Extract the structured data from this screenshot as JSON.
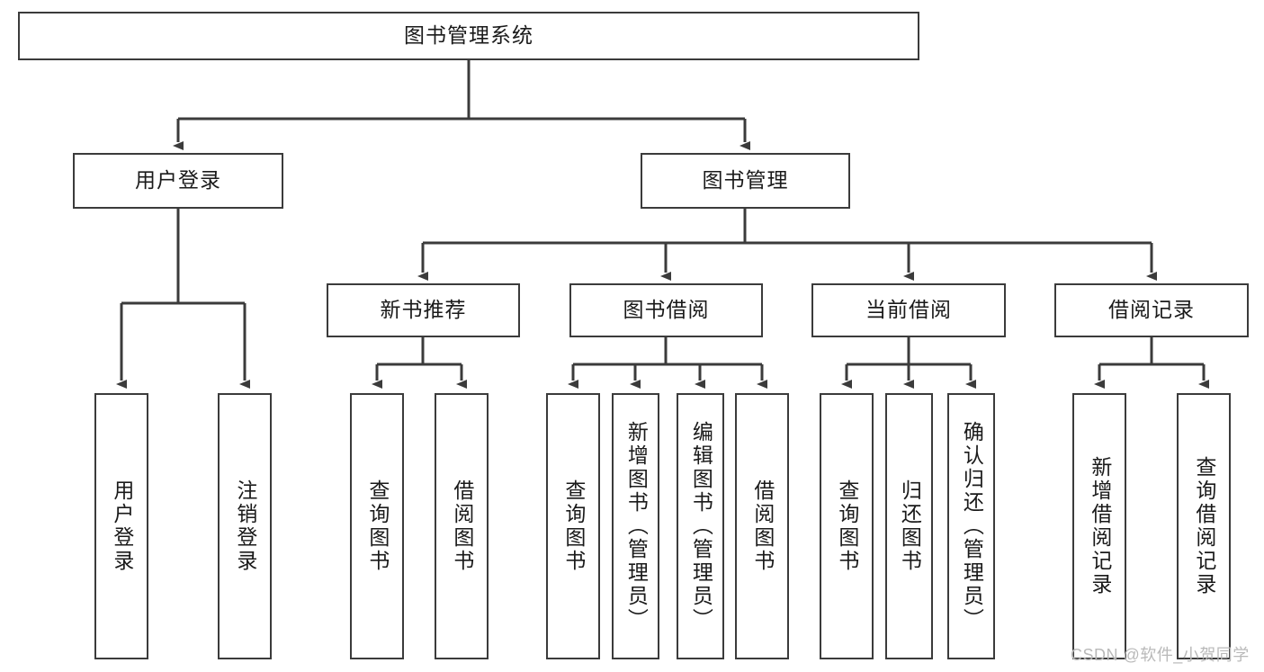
{
  "diagram": {
    "title": "图书管理系统",
    "type": "tree-hierarchy-flowchart",
    "colors": {
      "box_border": "#3b3b3b",
      "box_fill": "#ffffff",
      "line": "#3b3b3b",
      "text": "#1a1a1a",
      "watermark": "#b9b9b9",
      "background": "#ffffff"
    },
    "root": {
      "label": "图书管理系统"
    },
    "level1": [
      {
        "label": "用户登录"
      },
      {
        "label": "图书管理"
      }
    ],
    "level2": [
      {
        "label": "新书推荐"
      },
      {
        "label": "图书借阅"
      },
      {
        "label": "当前借阅"
      },
      {
        "label": "借阅记录"
      }
    ],
    "leaves": {
      "user_login": [
        {
          "label": "用户登录"
        },
        {
          "label": "注销登录"
        }
      ],
      "new_book_recommend": [
        {
          "label": "查询图书"
        },
        {
          "label": "借阅图书"
        }
      ],
      "book_borrow": [
        {
          "label": "查询图书"
        },
        {
          "label": "新增图书（管理员）"
        },
        {
          "label": "编辑图书（管理员）"
        },
        {
          "label": "借阅图书"
        }
      ],
      "current_borrow": [
        {
          "label": "查询图书"
        },
        {
          "label": "归还图书"
        },
        {
          "label": "确认归还（管理员）"
        }
      ],
      "borrow_record": [
        {
          "label": "新增借阅记录"
        },
        {
          "label": "查询借阅记录"
        }
      ]
    }
  },
  "watermark": {
    "text": "CSDN @软件_小贺同学"
  }
}
